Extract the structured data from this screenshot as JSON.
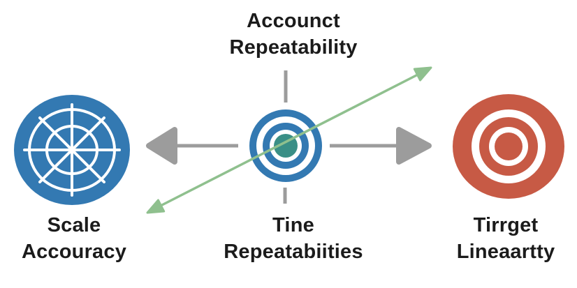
{
  "colors": {
    "background": "#ffffff",
    "blue": "#3379b2",
    "teal": "#3a8f86",
    "red": "#c75a45",
    "gray": "#9c9c9c",
    "green": "#8fc08e",
    "white": "#ffffff",
    "text": "#1b1b1b"
  },
  "labels": {
    "top": {
      "line1": "Accounct",
      "line2": "Repeatability"
    },
    "left": {
      "line1": "Scale",
      "line2": "Accouracy"
    },
    "center": {
      "line1": "Tine",
      "line2": "Repeatabiities"
    },
    "right": {
      "line1": "Tirrget",
      "line2": "Lineaartty"
    }
  },
  "icons": {
    "left": "radar-grid-icon",
    "center": "bullseye-blue-icon",
    "right": "bullseye-red-icon",
    "arrows": [
      "left-arrow-icon",
      "right-arrow-icon",
      "diagonal-double-arrow-icon"
    ],
    "ticks": [
      "top-tick-icon",
      "bottom-tick-icon"
    ]
  }
}
